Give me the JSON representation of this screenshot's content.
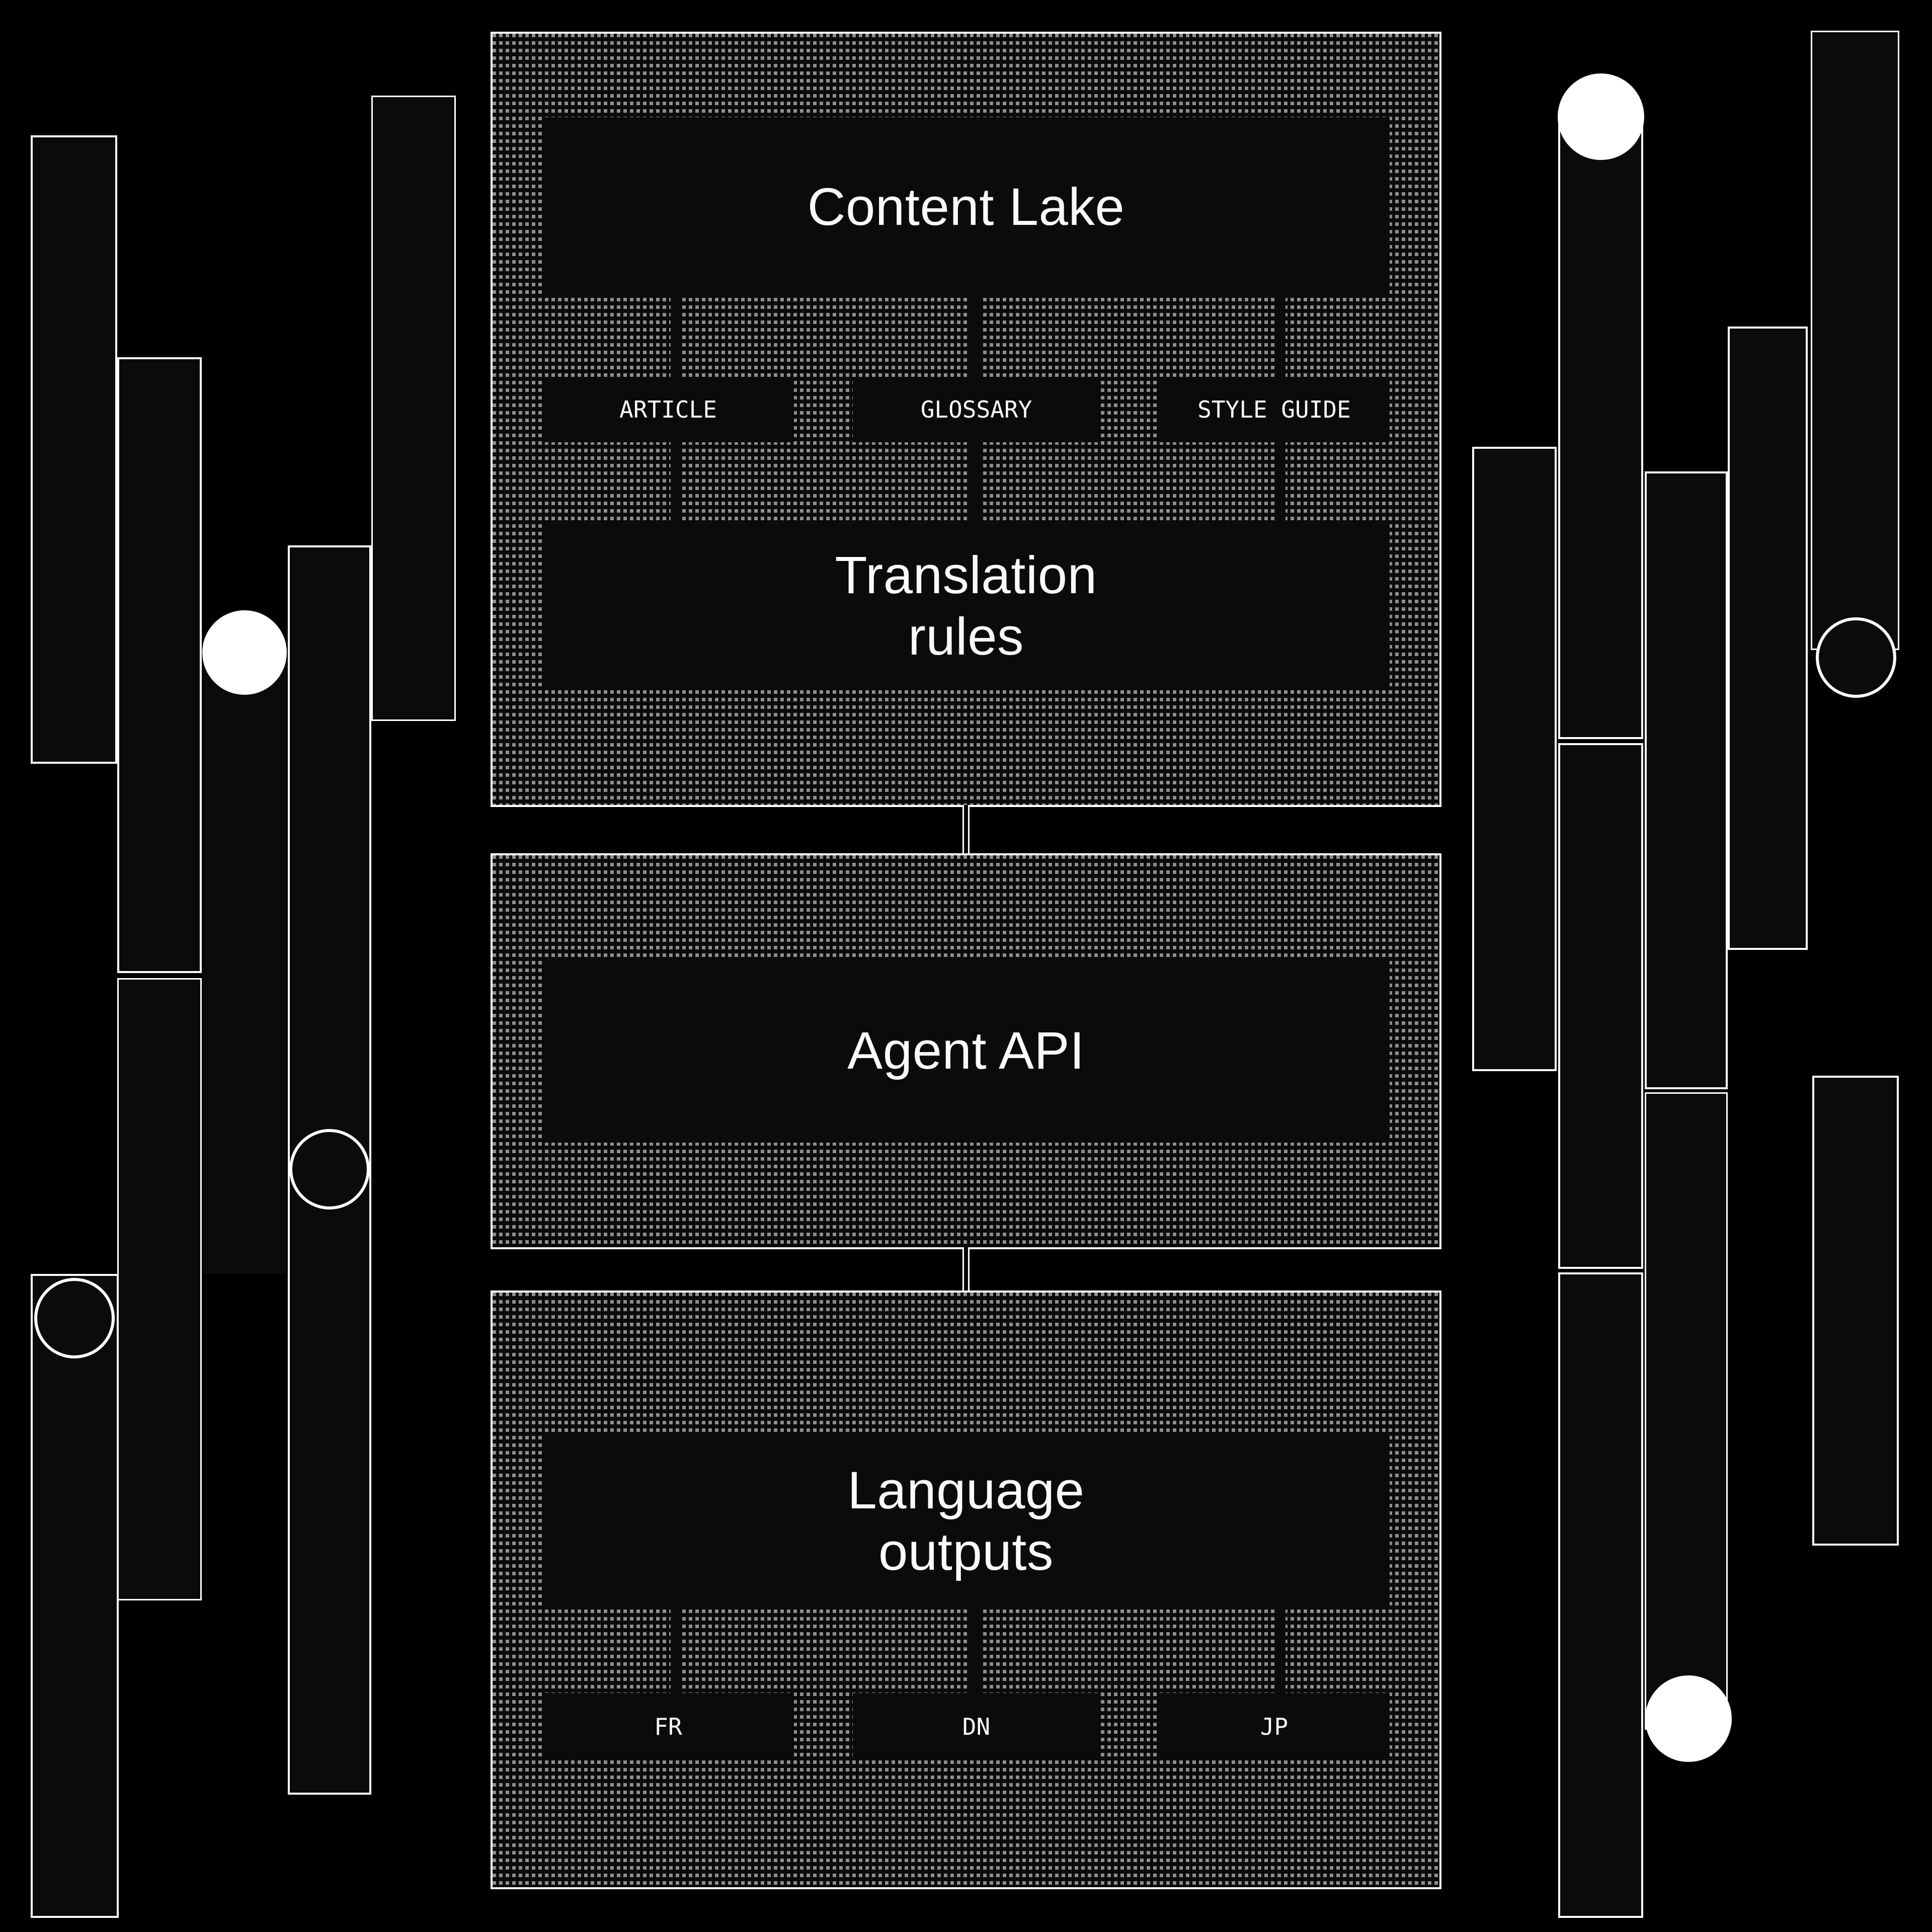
{
  "colors": {
    "background": "#000000",
    "panel_fill": "#0b0b0b",
    "border": "#ffffff",
    "dot": "#8e8e8e",
    "text": "#fafafa"
  },
  "content_lake": {
    "title": "Content Lake",
    "labels": [
      "ARTICLE",
      "GLOSSARY",
      "STYLE GUIDE"
    ],
    "rules_lines": [
      "Translation",
      "rules"
    ]
  },
  "agent_api": {
    "title": "Agent API"
  },
  "language_outputs": {
    "title_lines": [
      "Language",
      "outputs"
    ],
    "labels": [
      "FR",
      "DN",
      "JP"
    ]
  }
}
